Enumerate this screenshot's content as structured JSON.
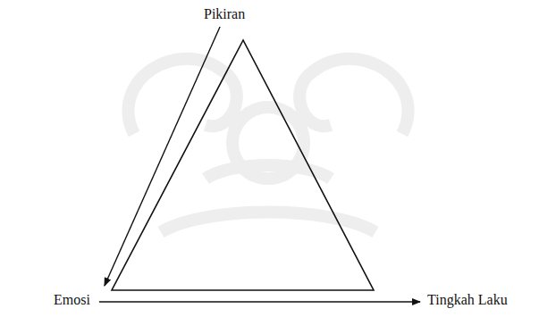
{
  "diagram": {
    "nodes": [
      {
        "text": [
          "Pikiran"
        ]
      },
      {
        "text": [
          "Emosi"
        ]
      },
      {
        "text": [
          "Tingkah Laku"
        ]
      }
    ],
    "edges": [
      {
        "from": 0,
        "to": 1,
        "arrow": "to"
      },
      {
        "from": 1,
        "to": 2,
        "arrow": "to"
      }
    ]
  }
}
